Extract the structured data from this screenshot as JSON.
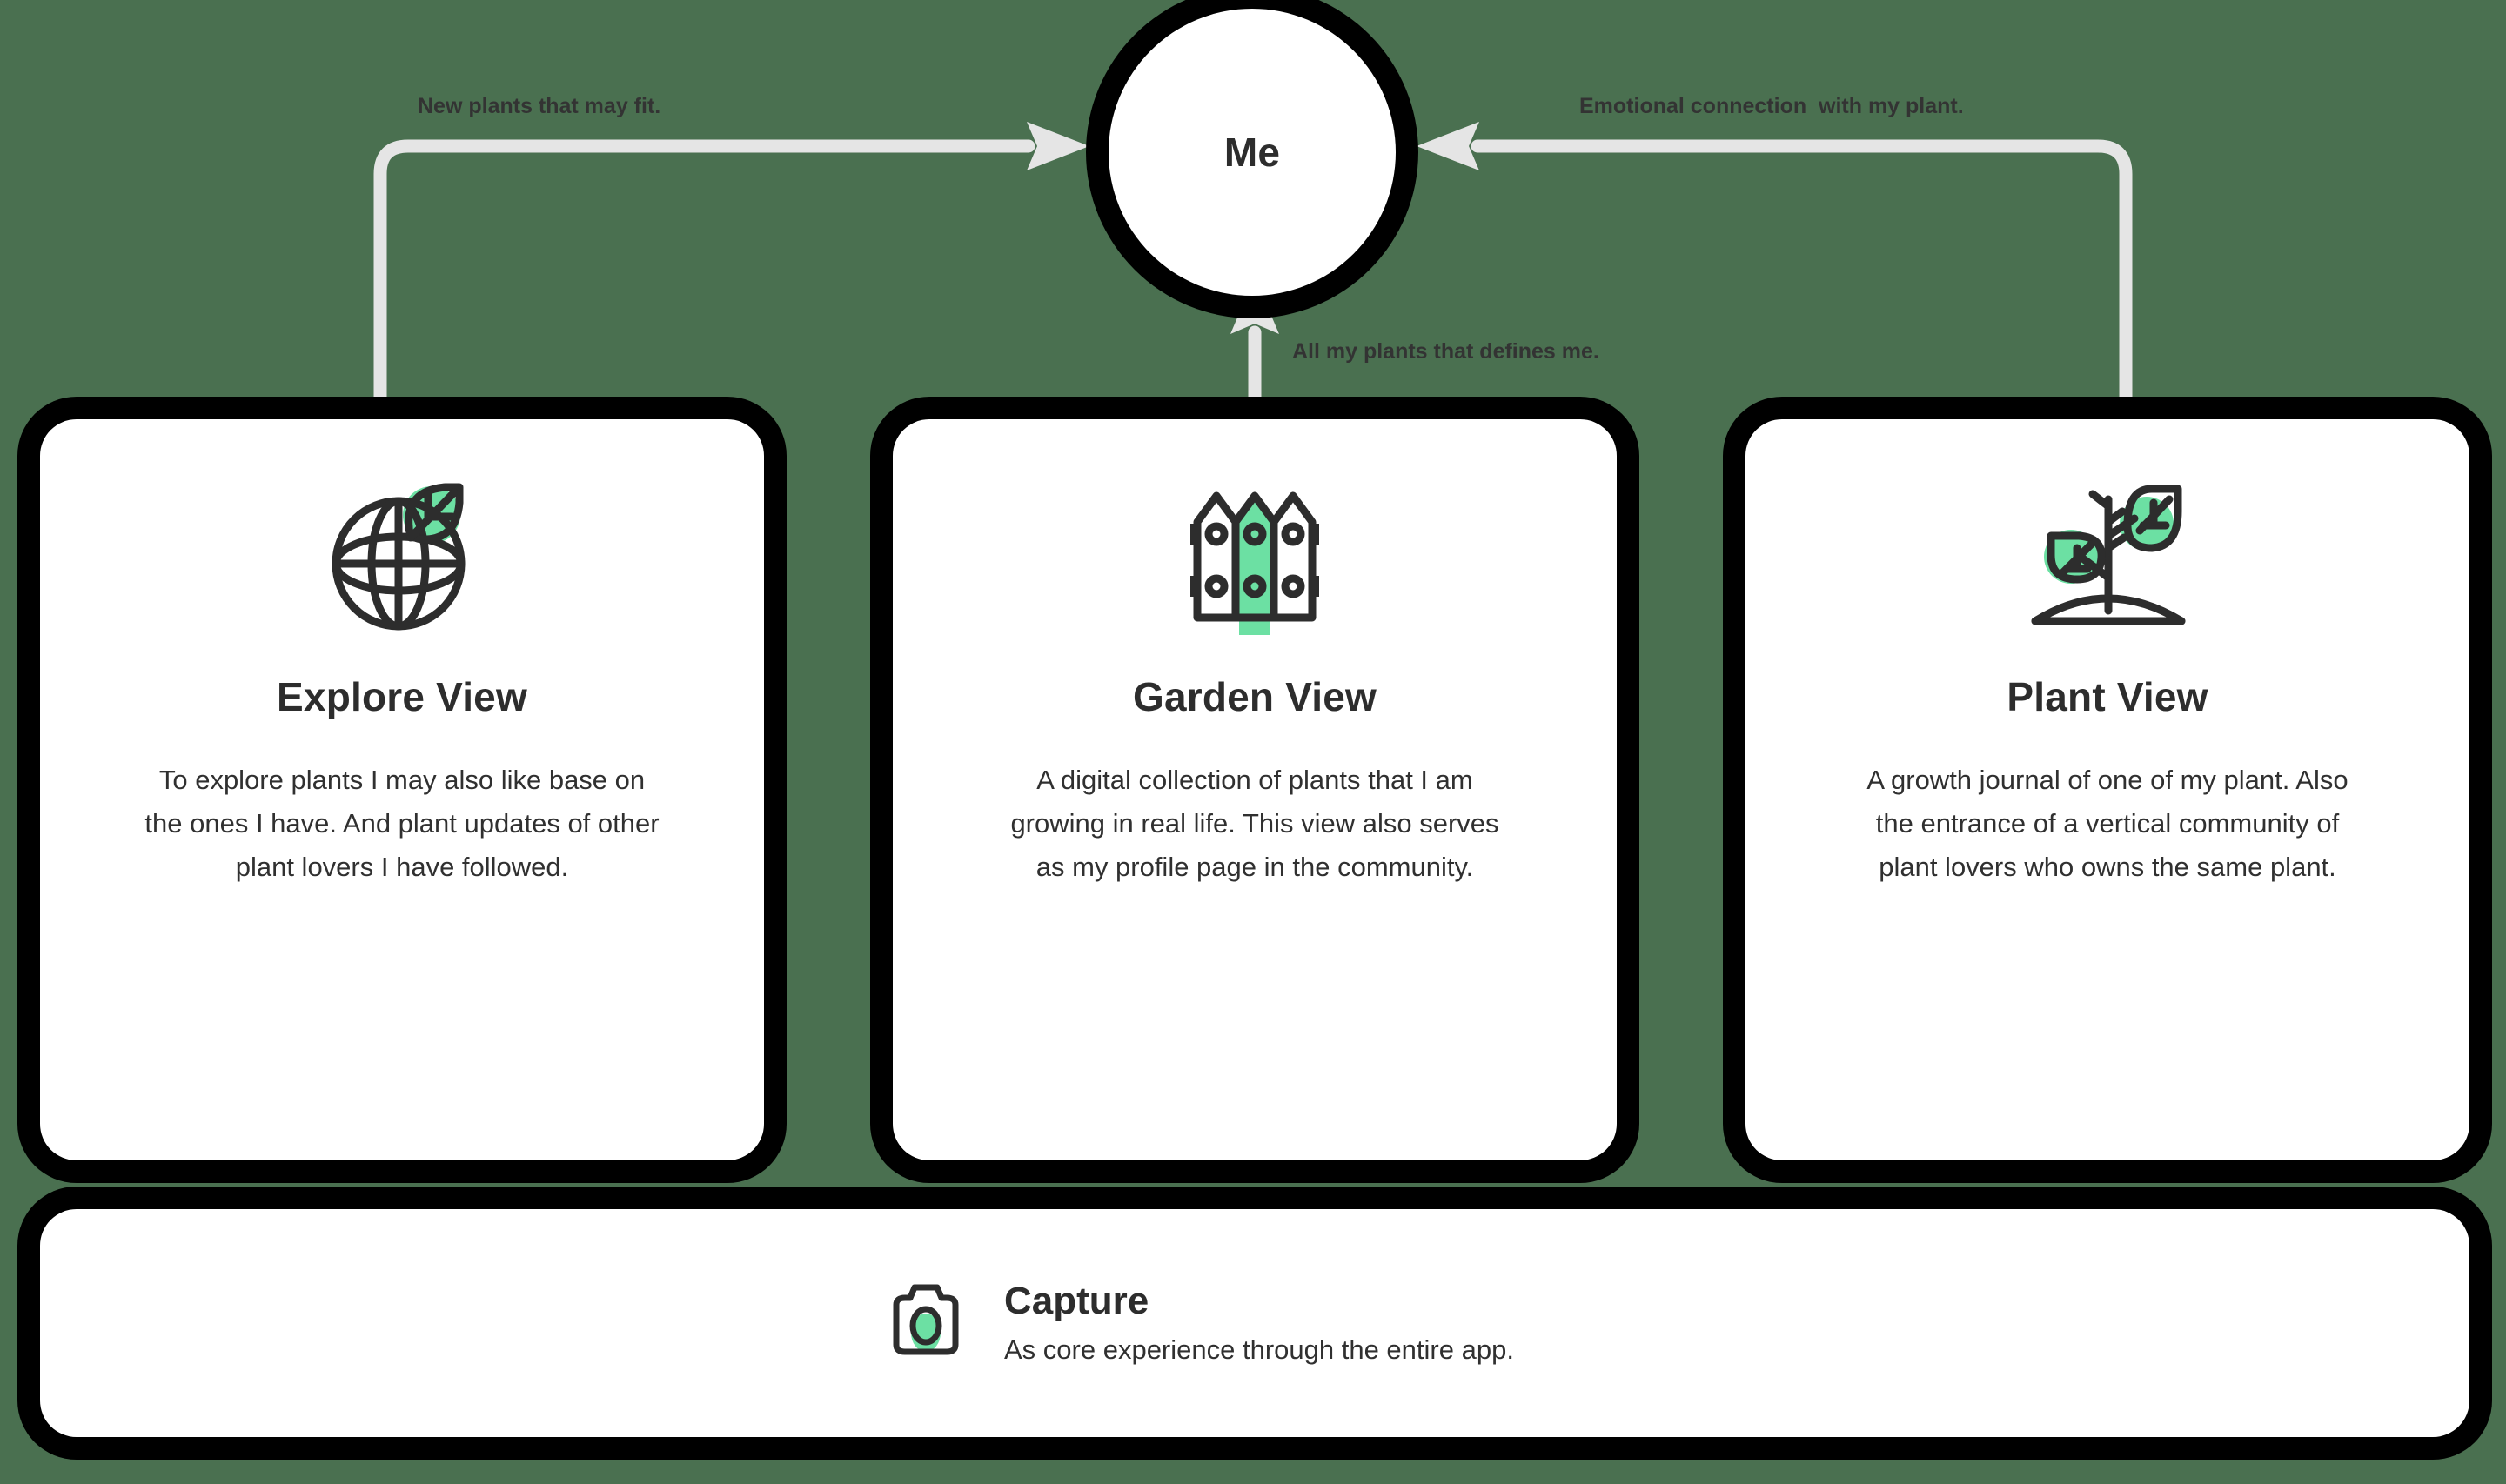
{
  "background_color": "#4a7050",
  "accent_green": "#6ce0a3",
  "ink": "#2d2d2d",
  "connector_color": "#e5e5e5",
  "hub": {
    "label": "Me",
    "shape": "circle"
  },
  "edges": [
    {
      "id": "explore-to-me",
      "label": "New plants that may fit.",
      "from": "Explore View",
      "to": "Me"
    },
    {
      "id": "garden-to-me",
      "label": "All my plants that defines me.",
      "from": "Garden View",
      "to": "Me"
    },
    {
      "id": "plant-to-me",
      "label": "Emotional connection  with my plant.",
      "from": "Plant View",
      "to": "Me"
    }
  ],
  "cards": [
    {
      "id": "explore",
      "icon": "globe-leaf-icon",
      "title": "Explore View",
      "description": "To explore plants I may also like base on the ones I have. And plant updates of other plant lovers I have followed."
    },
    {
      "id": "garden",
      "icon": "fence-icon",
      "title": "Garden View",
      "description": "A digital collection of plants that I am growing in real life. This view also serves as my profile page in the community."
    },
    {
      "id": "plant",
      "icon": "sprout-icon",
      "title": "Plant View",
      "description": "A growth journal of one of my plant. Also the entrance of a vertical community of plant lovers who owns the same plant."
    }
  ],
  "capture": {
    "icon": "camera-icon",
    "title": "Capture",
    "subtitle": "As core experience through the entire app."
  }
}
